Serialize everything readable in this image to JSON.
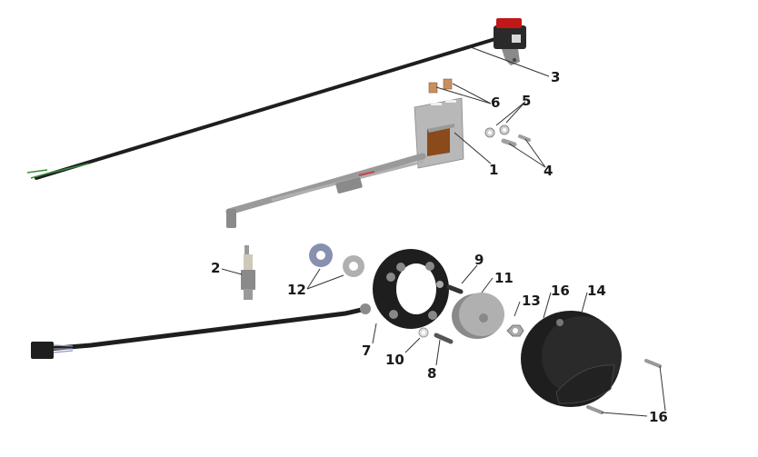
{
  "diagram": {
    "type": "exploded-parts-diagram",
    "subject": "Ignition / stator assembly",
    "colors": {
      "background": "#ffffff",
      "leader_line": "#333333",
      "part_dark": "#1e1e1e",
      "part_gray": "#9a9a9a",
      "part_light": "#c8c8c8",
      "switch_red": "#c01818",
      "terminal_copper": "#c89060",
      "wire_green": "#3a8a3a"
    },
    "callouts": [
      {
        "id": "c1",
        "label": "1",
        "part": "ignition coil with bracket"
      },
      {
        "id": "c2",
        "label": "2",
        "part": "spark plug"
      },
      {
        "id": "c3",
        "label": "3",
        "part": "kill switch with cable"
      },
      {
        "id": "c4",
        "label": "4",
        "part": "bolts (x2)"
      },
      {
        "id": "c5",
        "label": "5",
        "part": "washers (x2)"
      },
      {
        "id": "c6",
        "label": "6",
        "part": "terminals (x2)"
      },
      {
        "id": "c7",
        "label": "7",
        "part": "stator with wiring harness"
      },
      {
        "id": "c8",
        "label": "8",
        "part": "bolt"
      },
      {
        "id": "c9",
        "label": "9",
        "part": "bolt"
      },
      {
        "id": "c10",
        "label": "10",
        "part": "washer"
      },
      {
        "id": "c11",
        "label": "11",
        "part": "flywheel / rotor"
      },
      {
        "id": "c12",
        "label": "12",
        "part": "washers (x2)"
      },
      {
        "id": "c13",
        "label": "13",
        "part": "nut"
      },
      {
        "id": "c14",
        "label": "14",
        "part": "stator cover"
      },
      {
        "id": "c16a",
        "label": "16",
        "part": "bolt"
      },
      {
        "id": "c16b",
        "label": "16",
        "part": "bolts"
      }
    ]
  }
}
